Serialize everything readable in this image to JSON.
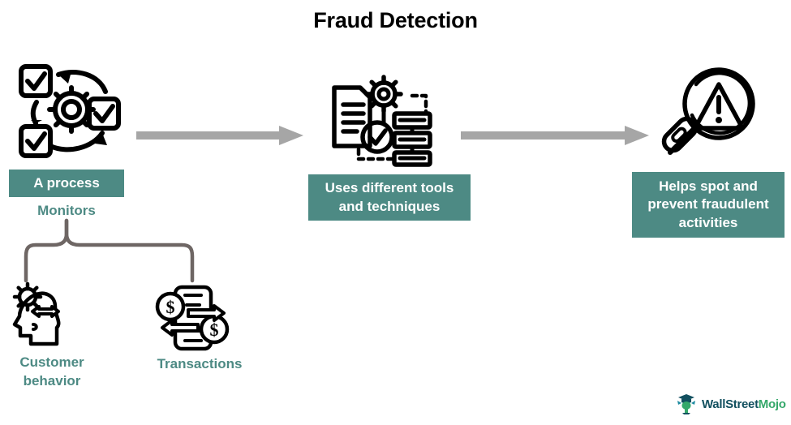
{
  "page": {
    "title": "Fraud Detection",
    "background_color": "#ffffff"
  },
  "colors": {
    "teal": "#4d8a84",
    "teal_text": "#4d8a84",
    "arrow_gray": "#a6a6a6",
    "brace_gray": "#6e6664",
    "icon_black": "#000000",
    "title_black": "#000000",
    "logo_wall": "#12505f",
    "logo_mojo": "#35a86a"
  },
  "flow": {
    "steps": [
      {
        "id": "step-1",
        "icon": "process-cycle-gear-checkbox-icon",
        "box_label": "A process",
        "caption": "Monitors"
      },
      {
        "id": "step-2",
        "icon": "document-gear-checklist-icon",
        "box_label": "Uses different tools and techniques"
      },
      {
        "id": "step-3",
        "icon": "magnifier-warning-icon",
        "box_label": "Helps spot and prevent fraudulent activities"
      }
    ],
    "connectors": [
      {
        "id": "arrow-1",
        "icon": "right-arrow-icon"
      },
      {
        "id": "arrow-2",
        "icon": "right-arrow-icon"
      }
    ]
  },
  "branch": {
    "connector_icon": "curly-brace-connector-icon",
    "items": [
      {
        "id": "branch-customer",
        "icon": "head-gear-exchange-icon",
        "label": "Customer behavior"
      },
      {
        "id": "branch-transactions",
        "icon": "money-exchange-document-icon",
        "label": "Transactions"
      }
    ]
  },
  "logo": {
    "icon": "wallstreetmojo-bull-icon",
    "text_primary": "WallStreet",
    "text_secondary": "Mojo"
  }
}
